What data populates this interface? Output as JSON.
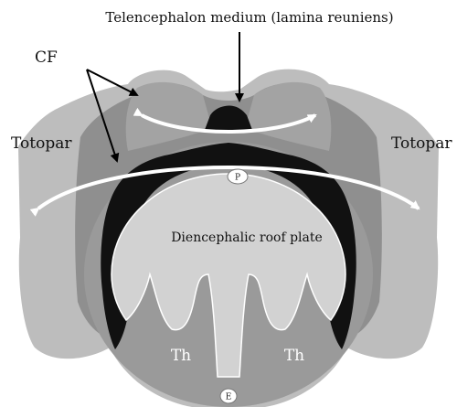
{
  "labels": {
    "top": "Telencephalon medium (lamina reuniens)",
    "cf": "CF",
    "totopar_left": "Totopar",
    "totopar_right": "Totopar",
    "p": "P",
    "roof": "Diencephalic roof plate",
    "th_left": "Th",
    "th_right": "Th",
    "e": "E"
  },
  "colors": {
    "outer_light": "#bdbdbd",
    "lobe_mid": "#8f8f8f",
    "core_dark": "#9a9a9a",
    "roof_plate": "#d2d2d2",
    "black_band": "#111111",
    "arrow_white": "#ffffff"
  }
}
